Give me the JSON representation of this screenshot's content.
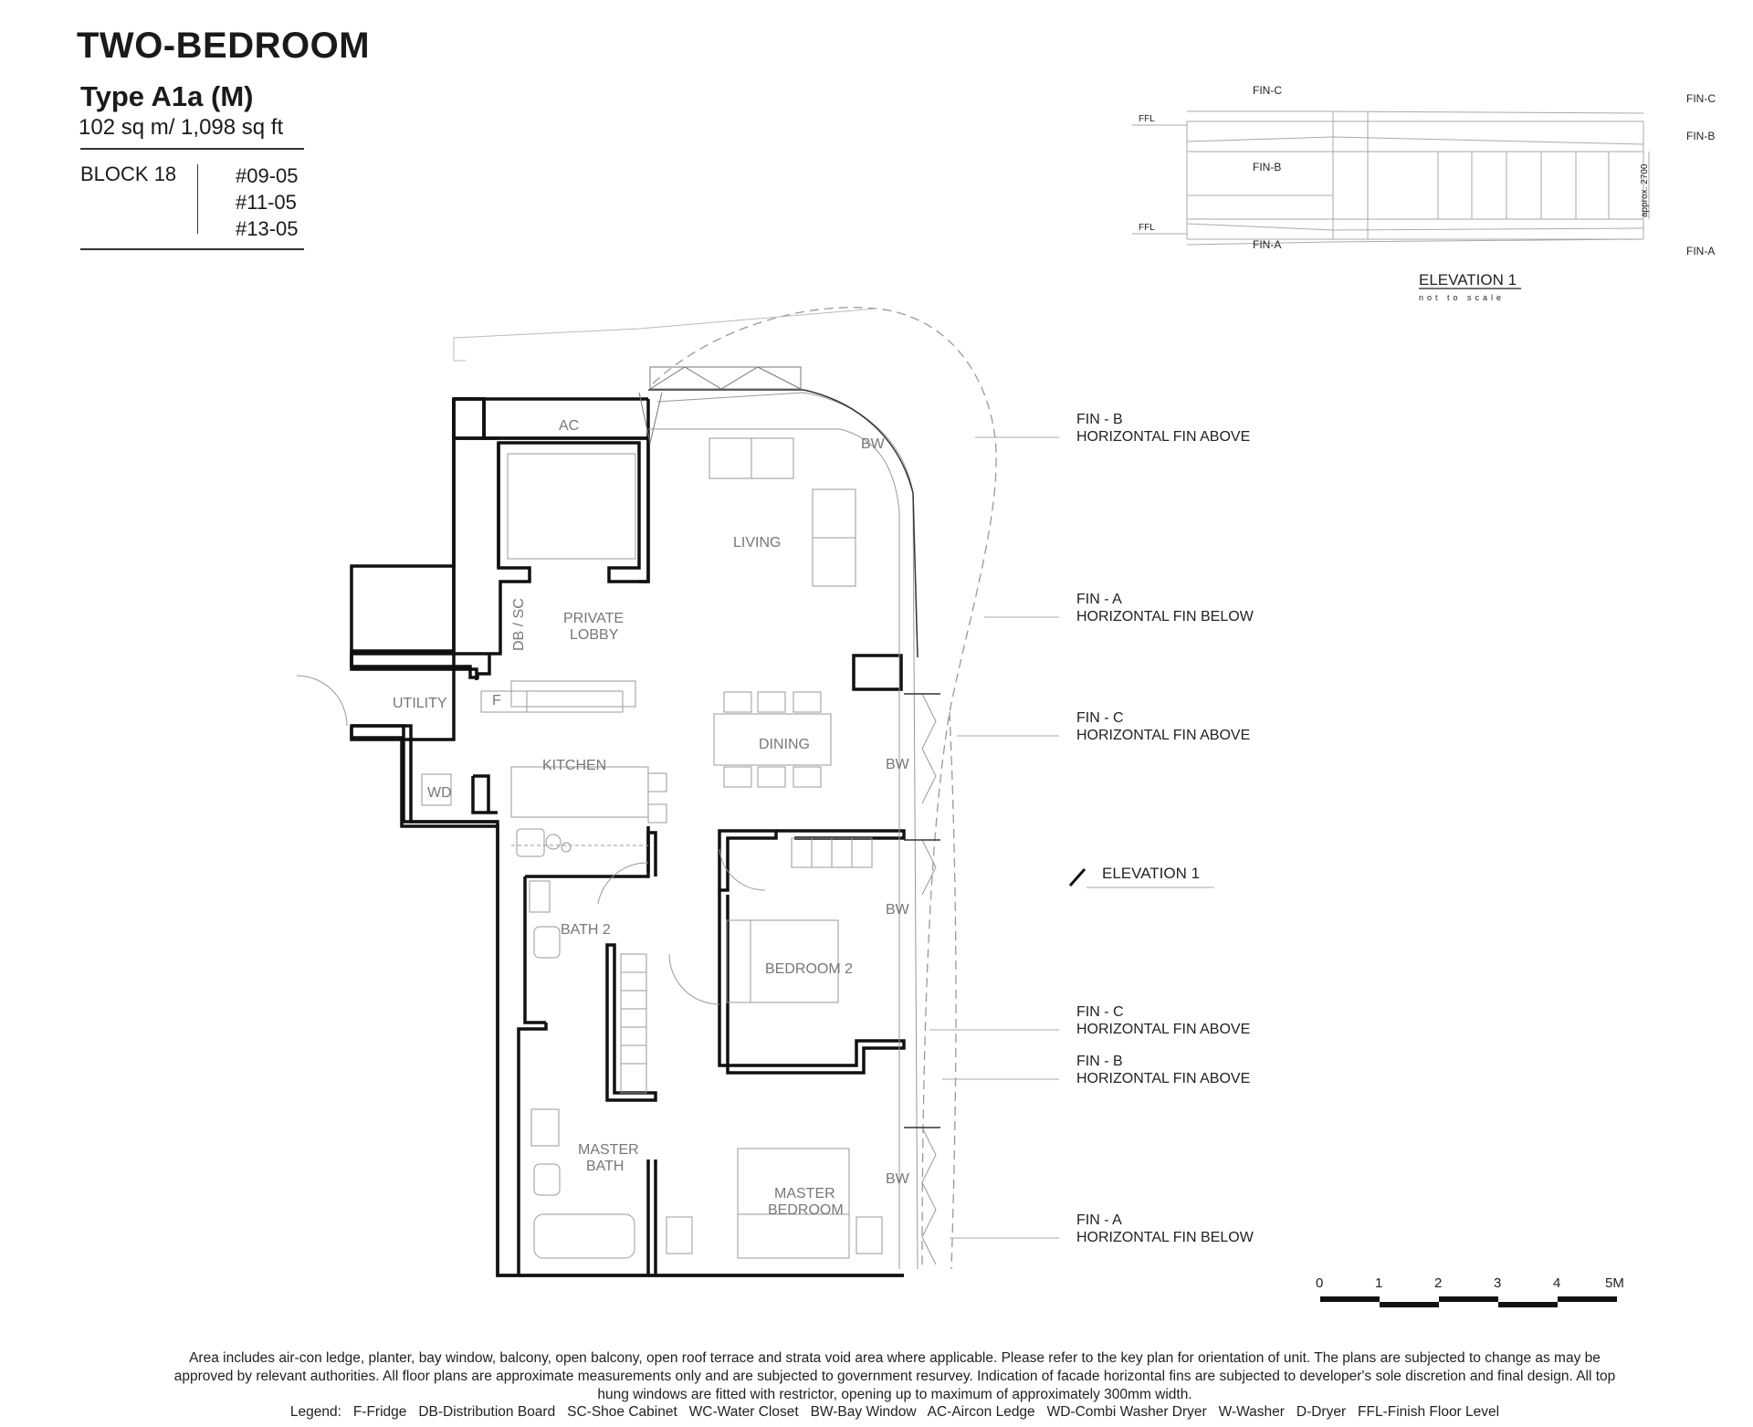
{
  "header": {
    "title": "TWO-BEDROOM",
    "type": "Type A1a (M)",
    "area": "102 sq m/ 1,098 sq ft",
    "block": "BLOCK 18",
    "units": [
      "#09-05",
      "#11-05",
      "#13-05"
    ]
  },
  "elevation": {
    "title": "ELEVATION 1",
    "subtitle": "not to scale",
    "labels": {
      "fin_c_left": "FIN-C",
      "fin_b_left": "FIN-B",
      "fin_a_left": "FIN-A",
      "fin_c_right": "FIN-C",
      "fin_b_right": "FIN-B",
      "fin_a_right": "FIN-A",
      "ffl_top": "FFL",
      "ffl_bottom": "FFL",
      "height": "approx. 2700"
    }
  },
  "rooms": {
    "ac": "AC",
    "bw1": "BW",
    "living": "LIVING",
    "db_sc": "DB / SC",
    "private_lobby_1": "PRIVATE",
    "private_lobby_2": "LOBBY",
    "utility": "UTILITY",
    "fridge": "F",
    "kitchen": "KITCHEN",
    "dining": "DINING",
    "bw2": "BW",
    "wd": "WD",
    "bath2": "BATH 2",
    "bw3": "BW",
    "bedroom2": "BEDROOM 2",
    "master_bath_1": "MASTER",
    "master_bath_2": "BATH",
    "bw4": "BW",
    "master_bedroom_1": "MASTER",
    "master_bedroom_2": "BEDROOM"
  },
  "fins": [
    {
      "line1": "FIN - B",
      "line2": "HORIZONTAL FIN ABOVE"
    },
    {
      "line1": "FIN - A",
      "line2": "HORIZONTAL FIN BELOW"
    },
    {
      "line1": "FIN - C",
      "line2": "HORIZONTAL FIN ABOVE"
    },
    {
      "line1": "FIN - C",
      "line2": "HORIZONTAL FIN ABOVE"
    },
    {
      "line1": "FIN - B",
      "line2": "HORIZONTAL FIN ABOVE"
    },
    {
      "line1": "FIN - A",
      "line2": "HORIZONTAL FIN BELOW"
    }
  ],
  "elevation_marker": "ELEVATION 1",
  "scale": {
    "ticks": [
      "0",
      "1",
      "2",
      "3",
      "4",
      "5M"
    ]
  },
  "footer": {
    "line1": "Area includes air-con ledge, planter, bay window, balcony, open balcony, open roof terrace and strata void area where applicable.  Please refer to the key plan for orientation of unit.  The plans are subjected to change as may be",
    "line2": "approved by relevant authorities.  All floor plans are approximate measurements only and are subjected to government resurvey. Indication of facade horizontal fins are subjected to developer's sole discretion and final design. All top",
    "line3": "hung windows are fitted with restrictor, opening up to maximum of approximately 300mm width.",
    "legend": "Legend:   F-Fridge   DB-Distribution Board   SC-Shoe Cabinet   WC-Water Closet   BW-Bay Window   AC-Aircon Ledge   WD-Combi Washer Dryer   W-Washer   D-Dryer   FFL-Finish Floor Level"
  }
}
